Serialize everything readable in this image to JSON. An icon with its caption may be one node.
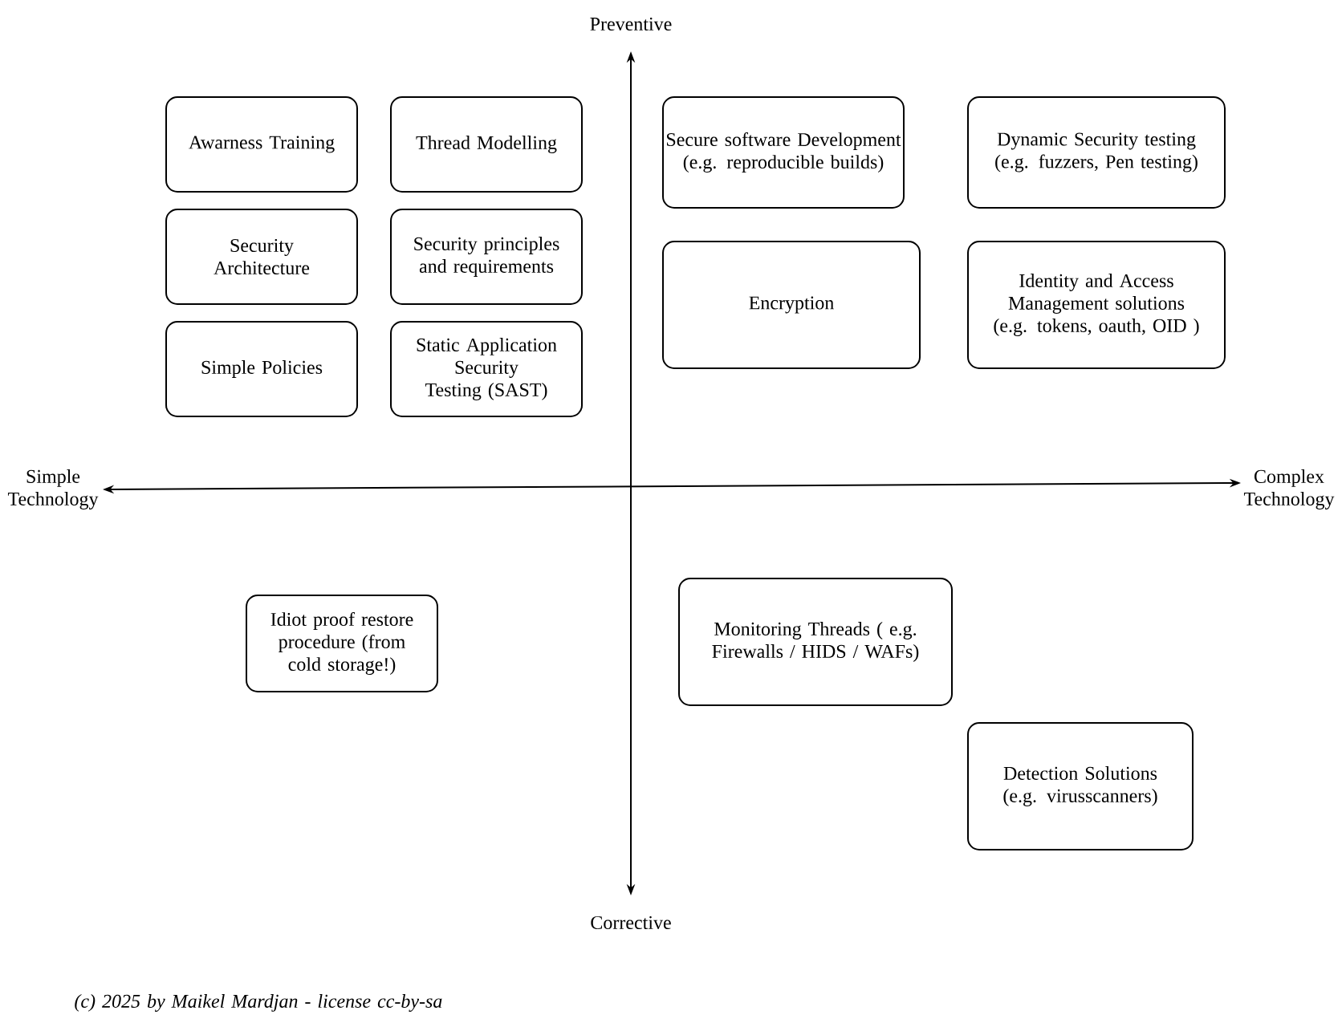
{
  "diagram": {
    "nodes": [
      {
        "text": [
          "Awarness Training"
        ]
      },
      {
        "text": [
          "Thread Modelling"
        ]
      },
      {
        "text": [
          "Security Architecture"
        ]
      },
      {
        "text": [
          "Security principles and requirements"
        ]
      },
      {
        "text": [
          "Simple Policies"
        ]
      },
      {
        "text": [
          "Static Application Security Testing (SAST)"
        ]
      },
      {
        "text": [
          "Secure software Development (e.g. reproducible builds)"
        ]
      },
      {
        "text": [
          "Dynamic Security testing (e.g. fuzzers, Pen testing)"
        ]
      },
      {
        "text": [
          "Encryption"
        ]
      },
      {
        "text": [
          "Identity and Access Management solutions (e.g. tokens, oauth, OID )"
        ]
      },
      {
        "text": [
          "Idiot proof restore procedure (from cold storage!)"
        ]
      },
      {
        "text": [
          "Monitoring Threads ( e.g. Firewalls / HIDS / WAFs)"
        ]
      },
      {
        "text": [
          "Detection Solutions (e.g. virusscanners)"
        ]
      }
    ],
    "labels": [
      "Preventive",
      "Simple Technology",
      "Complex Technology",
      "Corrective",
      "(c) 2025 by Maikel Mardjan - license cc-by-sa"
    ]
  }
}
